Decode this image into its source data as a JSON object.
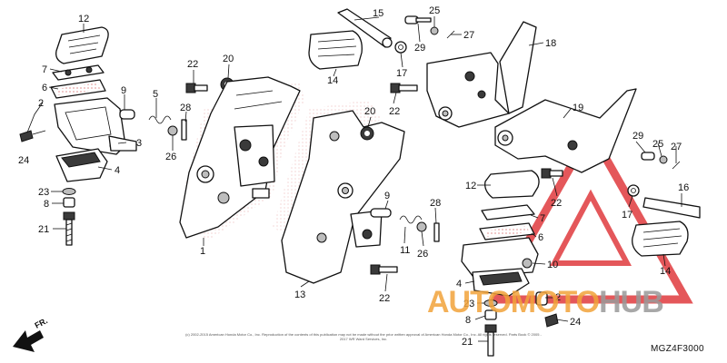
{
  "diagram": {
    "code": "MGZ4F3000",
    "direction_label": "FR.",
    "copyright": "(c) 2002-2015 American Honda Motor Co., Inc. Reproduction of the contents of this publication may not be made without the prior written approval of American Honda Motor Co., Inc. All rights reserved. Parts Book © 2005 - 2017 WR Ward Services, Inc.",
    "watermark": {
      "part1": "AUTO",
      "part2": "MOTO",
      "part3": "HUB"
    },
    "colors": {
      "watermark_red": "#e03a3e",
      "watermark_orange": "#f2a33a",
      "watermark_gray": "#9a9a9a",
      "line": "#111111"
    },
    "callouts": [
      {
        "id": "c12a",
        "label": "12"
      },
      {
        "id": "c7a",
        "label": "7"
      },
      {
        "id": "c6a",
        "label": "6"
      },
      {
        "id": "c2a",
        "label": "2"
      },
      {
        "id": "c24a",
        "label": "24"
      },
      {
        "id": "c3",
        "label": "3"
      },
      {
        "id": "c4a",
        "label": "4"
      },
      {
        "id": "c23a",
        "label": "23"
      },
      {
        "id": "c8a",
        "label": "8"
      },
      {
        "id": "c21a",
        "label": "21"
      },
      {
        "id": "c9a",
        "label": "9"
      },
      {
        "id": "c5",
        "label": "5"
      },
      {
        "id": "c26a",
        "label": "26"
      },
      {
        "id": "c28a",
        "label": "28"
      },
      {
        "id": "c22a",
        "label": "22"
      },
      {
        "id": "c20a",
        "label": "20"
      },
      {
        "id": "c1",
        "label": "1"
      },
      {
        "id": "c15",
        "label": "15"
      },
      {
        "id": "c14a",
        "label": "14"
      },
      {
        "id": "c25a",
        "label": "25"
      },
      {
        "id": "c29a",
        "label": "29"
      },
      {
        "id": "c27a",
        "label": "27"
      },
      {
        "id": "c17a",
        "label": "17"
      },
      {
        "id": "c18",
        "label": "18"
      },
      {
        "id": "c22b",
        "label": "22"
      },
      {
        "id": "c20b",
        "label": "20"
      },
      {
        "id": "c13",
        "label": "13"
      },
      {
        "id": "c9b",
        "label": "9"
      },
      {
        "id": "c11",
        "label": "11"
      },
      {
        "id": "c26b",
        "label": "26"
      },
      {
        "id": "c28b",
        "label": "28"
      },
      {
        "id": "c22c",
        "label": "22"
      },
      {
        "id": "c19",
        "label": "19"
      },
      {
        "id": "c12b",
        "label": "12"
      },
      {
        "id": "c22d",
        "label": "22"
      },
      {
        "id": "c7b",
        "label": "7"
      },
      {
        "id": "c6b",
        "label": "6"
      },
      {
        "id": "c10",
        "label": "10"
      },
      {
        "id": "c4b",
        "label": "4"
      },
      {
        "id": "c2b",
        "label": "2"
      },
      {
        "id": "c23b",
        "label": "23"
      },
      {
        "id": "c8b",
        "label": "8"
      },
      {
        "id": "c24b",
        "label": "24"
      },
      {
        "id": "c21b",
        "label": "21"
      },
      {
        "id": "c29b",
        "label": "29"
      },
      {
        "id": "c25b",
        "label": "25"
      },
      {
        "id": "c27b",
        "label": "27"
      },
      {
        "id": "c16",
        "label": "16"
      },
      {
        "id": "c17b",
        "label": "17"
      },
      {
        "id": "c14b",
        "label": "14"
      }
    ]
  }
}
